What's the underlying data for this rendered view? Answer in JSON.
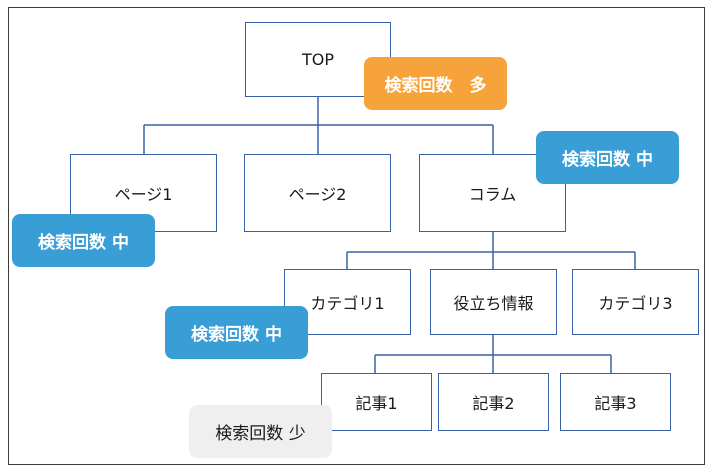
{
  "nodes": {
    "top": "TOP",
    "page1": "ページ1",
    "page2": "ページ2",
    "column": "コラム",
    "category1": "カテゴリ1",
    "useful_info": "役立ち情報",
    "category3": "カテゴリ3",
    "article1": "記事1",
    "article2": "記事2",
    "article3": "記事3"
  },
  "badges": {
    "top": "検索回数　多",
    "column": "検索回数 中",
    "page1": "検索回数 中",
    "category1": "検索回数 中",
    "articles": "検索回数 少"
  },
  "colors": {
    "node_border": "#3a62a8",
    "badge_high": "#f5a33a",
    "badge_mid": "#3a9ed6",
    "badge_low": "#efefef"
  }
}
